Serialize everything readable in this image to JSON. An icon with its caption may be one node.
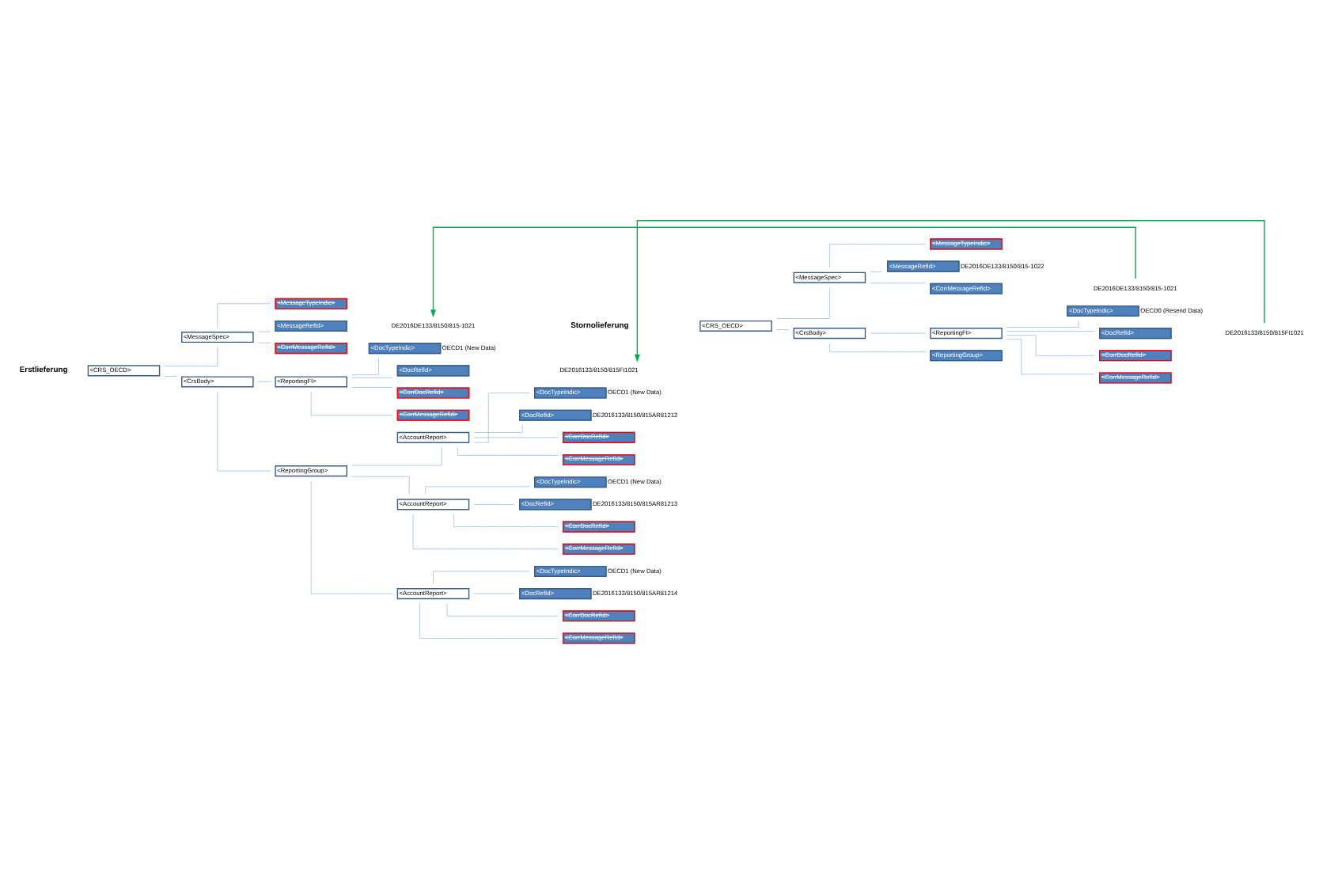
{
  "diagram": {
    "nodes": [
      {
        "text": [
          "<CRS_OECD>"
        ]
      },
      {
        "text": [
          "<MessageSpec>"
        ]
      },
      {
        "text": [
          "<MessageTypeIndic>"
        ]
      },
      {
        "text": [
          "<MessageRefId>"
        ]
      },
      {
        "text": [
          "DE2016DE133/8150/815-1021"
        ]
      },
      {
        "text": [
          "<CorrMessageRefId>"
        ]
      },
      {
        "text": [
          "<CrsBody>"
        ]
      },
      {
        "text": [
          "<ReportingFI>"
        ]
      },
      {
        "text": [
          "<DocTypeIndic>"
        ],
        "beside": [
          "OECD1 (New Data)"
        ]
      },
      {
        "text": [
          "<DocRefId>"
        ]
      },
      {
        "text": [
          "DE2016133/8150/815FI1021"
        ]
      },
      {
        "text": [
          "<CorrDocRefId>"
        ]
      },
      {
        "text": [
          "<CorrMessageRefId>"
        ]
      },
      {
        "text": [
          "<ReportingGroup>"
        ]
      },
      {
        "text": [
          "<AccountReport>"
        ]
      },
      {
        "text": [
          "<DocTypeIndic>"
        ],
        "beside": [
          "OECD1 (New Data)"
        ]
      },
      {
        "text": [
          "<DocRefId>"
        ],
        "beside": [
          "DE2016133/8150/815AR81212"
        ]
      },
      {
        "text": [
          "<CorrDocRefId>"
        ]
      },
      {
        "text": [
          "<CorrMessageRefId>"
        ]
      },
      {
        "text": [
          "<AccountReport>"
        ]
      },
      {
        "text": [
          "<DocTypeIndic>"
        ],
        "beside": [
          "OECD1 (New Data)"
        ]
      },
      {
        "text": [
          "<DocRefId>"
        ],
        "beside": [
          "DE2016133/8150/815AR81213"
        ]
      },
      {
        "text": [
          "<CorrDocRefId>"
        ]
      },
      {
        "text": [
          "<CorrMessageRefId>"
        ]
      },
      {
        "text": [
          "<AccountReport>"
        ]
      },
      {
        "text": [
          "<DocTypeIndic>"
        ],
        "beside": [
          "OECD1 (New Data)"
        ]
      },
      {
        "text": [
          "<DocRefId>"
        ],
        "beside": [
          "DE2016133/8150/815AR81214"
        ]
      },
      {
        "text": [
          "<CorrDocRefId>"
        ]
      },
      {
        "text": [
          "<CorrMessageRefId>"
        ]
      },
      {
        "text": [
          "<CRS_OECD>"
        ]
      },
      {
        "text": [
          "<MessageSpec>"
        ]
      },
      {
        "text": [
          "<MessageTypeIndic>"
        ]
      },
      {
        "text": [
          "<MessageRefId>"
        ],
        "beside": [
          "DE2016DE133/8150/815-1022"
        ]
      },
      {
        "text": [
          "<CorrMessageRefId>"
        ]
      },
      {
        "text": [
          "DE2016DE133/8150/815-1021"
        ]
      },
      {
        "text": [
          "<CrsBody>"
        ]
      },
      {
        "text": [
          "<ReportingFI>"
        ]
      },
      {
        "text": [
          "<DocTypeIndic>"
        ],
        "beside": [
          "OECD0 (Resend Data)"
        ]
      },
      {
        "text": [
          "<DocRefId>"
        ]
      },
      {
        "text": [
          "DE2016133/8150/815FI1021"
        ]
      },
      {
        "text": [
          "<CorrDocRefId>"
        ]
      },
      {
        "text": [
          "<CorrMessageRefId>"
        ]
      },
      {
        "text": [
          "<ReportingGroup>"
        ]
      }
    ],
    "edges": [
      {
        "from": 0,
        "to": 1,
        "arrow": "none"
      },
      {
        "from": 1,
        "to": 2,
        "arrow": "none"
      },
      {
        "from": 1,
        "to": 3,
        "arrow": "none"
      },
      {
        "from": 1,
        "to": 5,
        "arrow": "none"
      },
      {
        "from": 0,
        "to": 6,
        "arrow": "none"
      },
      {
        "from": 6,
        "to": 7,
        "arrow": "none"
      },
      {
        "from": 7,
        "to": 8,
        "arrow": "none"
      },
      {
        "from": 7,
        "to": 9,
        "arrow": "none"
      },
      {
        "from": 7,
        "to": 11,
        "arrow": "none"
      },
      {
        "from": 7,
        "to": 12,
        "arrow": "none"
      },
      {
        "from": 6,
        "to": 13,
        "arrow": "none"
      },
      {
        "from": 13,
        "to": 14,
        "arrow": "none"
      },
      {
        "from": 14,
        "to": 15,
        "arrow": "none"
      },
      {
        "from": 14,
        "to": 16,
        "arrow": "none"
      },
      {
        "from": 14,
        "to": 17,
        "arrow": "none"
      },
      {
        "from": 14,
        "to": 18,
        "arrow": "none"
      },
      {
        "from": 13,
        "to": 19,
        "arrow": "none"
      },
      {
        "from": 19,
        "to": 20,
        "arrow": "none"
      },
      {
        "from": 19,
        "to": 21,
        "arrow": "none"
      },
      {
        "from": 19,
        "to": 22,
        "arrow": "none"
      },
      {
        "from": 19,
        "to": 23,
        "arrow": "none"
      },
      {
        "from": 13,
        "to": 24,
        "arrow": "none"
      },
      {
        "from": 24,
        "to": 25,
        "arrow": "none"
      },
      {
        "from": 24,
        "to": 26,
        "arrow": "none"
      },
      {
        "from": 24,
        "to": 27,
        "arrow": "none"
      },
      {
        "from": 24,
        "to": 28,
        "arrow": "none"
      },
      {
        "from": 29,
        "to": 30,
        "arrow": "none"
      },
      {
        "from": 30,
        "to": 31,
        "arrow": "none"
      },
      {
        "from": 30,
        "to": 32,
        "arrow": "none"
      },
      {
        "from": 30,
        "to": 33,
        "arrow": "none"
      },
      {
        "from": 29,
        "to": 35,
        "arrow": "none"
      },
      {
        "from": 35,
        "to": 36,
        "arrow": "none"
      },
      {
        "from": 36,
        "to": 37,
        "arrow": "none"
      },
      {
        "from": 36,
        "to": 38,
        "arrow": "none"
      },
      {
        "from": 36,
        "to": 40,
        "arrow": "none"
      },
      {
        "from": 36,
        "to": 41,
        "arrow": "none"
      },
      {
        "from": 35,
        "to": 42,
        "arrow": "none"
      },
      {
        "from": 34,
        "to": 4,
        "arrow": "to",
        "color": "#00b050"
      },
      {
        "from": 39,
        "to": 10,
        "arrow": "to",
        "color": "#00b050"
      }
    ],
    "labels": [
      "Erstlieferung",
      "Stornolieferung"
    ]
  }
}
